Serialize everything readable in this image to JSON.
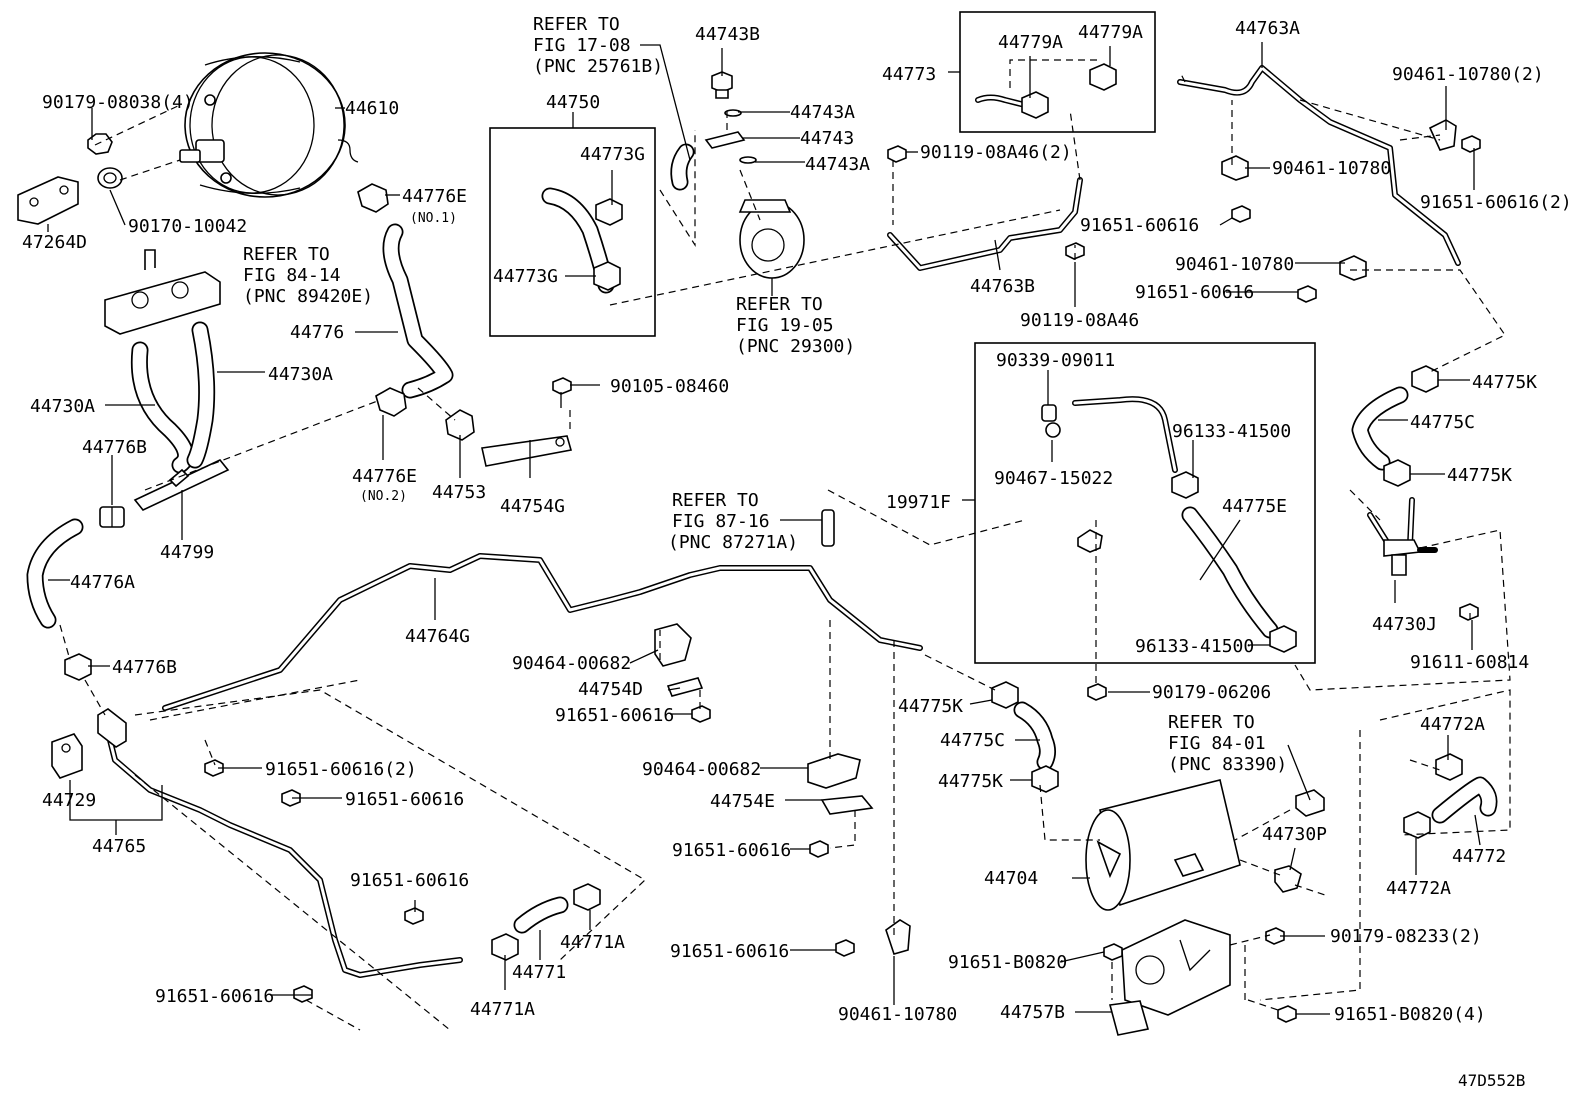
{
  "diagram_code": "47D552B",
  "labels": {
    "p90179_08038": "90179-08038(4)",
    "p44610": "44610",
    "p47264D": "47264D",
    "p90170_10042": "90170-10042",
    "ref84_14_a": "REFER TO",
    "ref84_14_b": "FIG 84-14",
    "ref84_14_c": "(PNC 89420E)",
    "p44776E_1": "44776E",
    "no1": "(NO.1)",
    "p44776": "44776",
    "p44730A_l": "44730A",
    "p44730A_r": "44730A",
    "p44776B_top": "44776B",
    "p44776E_2": "44776E",
    "no2": "(NO.2)",
    "p44753": "44753",
    "p44799": "44799",
    "p44776A": "44776A",
    "p44776B_bot": "44776B",
    "p44729": "44729",
    "p44765": "44765",
    "p91651_2a": "91651-60616(2)",
    "p91651_a": "91651-60616",
    "p91651_b": "91651-60616",
    "p91651_c": "91651-60616",
    "p44771A_r": "44771A",
    "p44771": "44771",
    "p44771A_b": "44771A",
    "ref17_a": "REFER TO",
    "ref17_b": "FIG 17-08",
    "ref17_c": "(PNC 25761B)",
    "p44750": "44750",
    "p44773G_a": "44773G",
    "p44773G_b": "44773G",
    "p44743B": "44743B",
    "p44743A_a": "44743A",
    "p44743": "44743",
    "p44743A_b": "44743A",
    "ref19_a": "REFER TO",
    "ref19_b": "FIG 19-05",
    "ref19_c": "(PNC 29300)",
    "p90105": "90105-08460",
    "p44754G": "44754G",
    "ref87_a": "REFER TO",
    "ref87_b": "FIG 87-16",
    "ref87_c": "(PNC 87271A)",
    "p44764G": "44764G",
    "p90464_a": "90464-00682",
    "p44754D": "44754D",
    "p91651_d": "91651-60616",
    "p90464_b": "90464-00682",
    "p44754E": "44754E",
    "p91651_e": "91651-60616",
    "p91651_f": "91651-60616",
    "p90461_a": "90461-10780",
    "p44773": "44773",
    "p44779A_a": "44779A",
    "p44779A_b": "44779A",
    "p90119_2": "90119-08A46(2)",
    "p44763B": "44763B",
    "p90119": "90119-08A46",
    "p44763A": "44763A",
    "p90461_2": "90461-10780(2)",
    "p90461_b": "90461-10780",
    "p91651_g": "91651-60616",
    "p91651_2b": "91651-60616(2)",
    "p90461_c": "90461-10780",
    "p91651_h": "91651-60616",
    "p90339": "90339-09011",
    "p96133_a": "96133-41500",
    "p90467": "90467-15022",
    "p19971F": "19971F",
    "p44775E": "44775E",
    "p96133_b": "96133-41500",
    "p90179_06206": "90179-06206",
    "p44775K_a": "44775K",
    "p44775C_a": "44775C",
    "p44775K_b": "44775K",
    "p44730J": "44730J",
    "p91611": "91611-60814",
    "p44775K_c": "44775K",
    "p44775C_b": "44775C",
    "p44775K_d": "44775K",
    "ref84_01_a": "REFER TO",
    "ref84_01_b": "FIG 84-01",
    "ref84_01_c": "(PNC 83390)",
    "p44730P": "44730P",
    "p44704": "44704",
    "p44772A_a": "44772A",
    "p44772": "44772",
    "p44772A_b": "44772A",
    "p90179_08233": "90179-08233(2)",
    "p91651_B0820": "91651-B0820",
    "p44757B": "44757B",
    "p91651_B0820_4": "91651-B0820(4)"
  }
}
